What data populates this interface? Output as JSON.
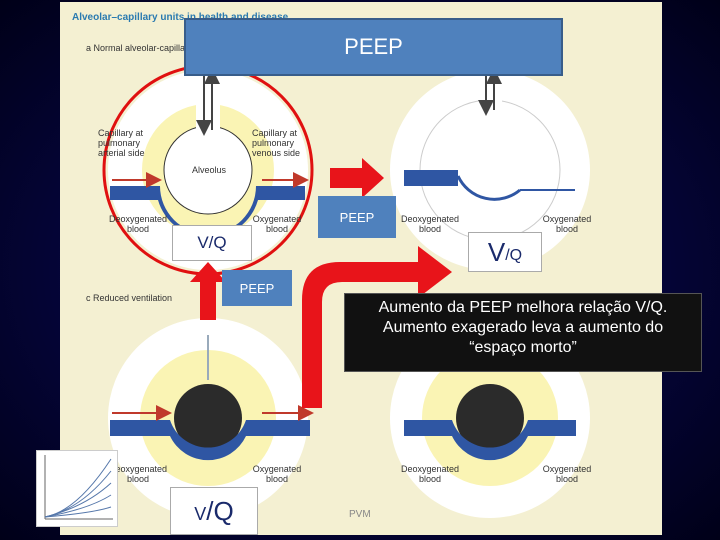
{
  "figure": {
    "title": "Alveolar–capillary units in health and disease",
    "panel_a": "a Normal alveolar-capillary",
    "panel_c": "c Reduced ventilation"
  },
  "banner": {
    "peep": "PEEP"
  },
  "labels": {
    "alveolus": "Alveolus",
    "cap_art": "Capillary at\npulmonary\narterial side",
    "cap_ven": "Capillary at\npulmonary\nvenous side",
    "deox": "Deoxygenated\nblood",
    "oxy": "Oxygenated\nblood"
  },
  "vq": {
    "top_left": "V/Q",
    "top_right_main": "V",
    "top_right_sub": "/Q",
    "bottom_left_main": "V",
    "bottom_left_sub": "/Q"
  },
  "peep_boxes": {
    "middle": "PEEP",
    "left": "PEEP"
  },
  "callout": {
    "line1": "Aumento da PEEP melhora relação V/Q.",
    "line2": "Aumento exagerado leva a aumento do",
    "line3": "“espaço morto”"
  },
  "footer": {
    "initials": "PVM"
  },
  "colors": {
    "arrow_red": "#e8141a",
    "vessel_blue": "#2f56a3",
    "banner_blue": "#4f81bd",
    "panel_bg": "#f4f0d2"
  }
}
